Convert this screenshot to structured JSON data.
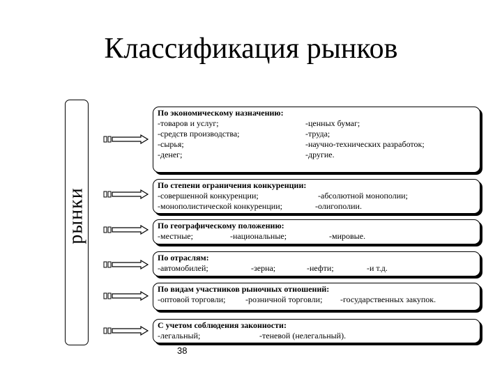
{
  "title": "Классификация рынков",
  "side_label": "рынки",
  "boxes": [
    {
      "title": "По экономическому назначению:",
      "left_items": [
        "-товаров и услуг;",
        "-средств производства;",
        "-сырья;",
        "-денег;"
      ],
      "right_items": [
        "-ценных бумаг;",
        "-труда;",
        "-научно-технических разработок;",
        "-другие."
      ]
    },
    {
      "title": "По степени ограничения конкуренции:",
      "left_items": [
        "-совершенной конкуренции;",
        "-монополистической конкуренции;"
      ],
      "right_items": [
        "-абсолютной монополии;",
        "-олигополии."
      ]
    },
    {
      "title": "По географическому положению:",
      "items": [
        "-местные;",
        "-национальные;",
        "-мировые."
      ]
    },
    {
      "title": "По отраслям:",
      "items": [
        "-автомобилей;",
        "-зерна;",
        "-нефти;",
        "-и т.д."
      ]
    },
    {
      "title": "По видам участников рыночных отношений:",
      "items": [
        "-оптовой торговли;",
        "-розничной торговли;",
        "-государственных закупок."
      ]
    },
    {
      "title": "С учетом соблюдения законности:",
      "items": [
        "-легальный;",
        "-теневой (нелегальный)."
      ]
    }
  ],
  "page_number": "38"
}
